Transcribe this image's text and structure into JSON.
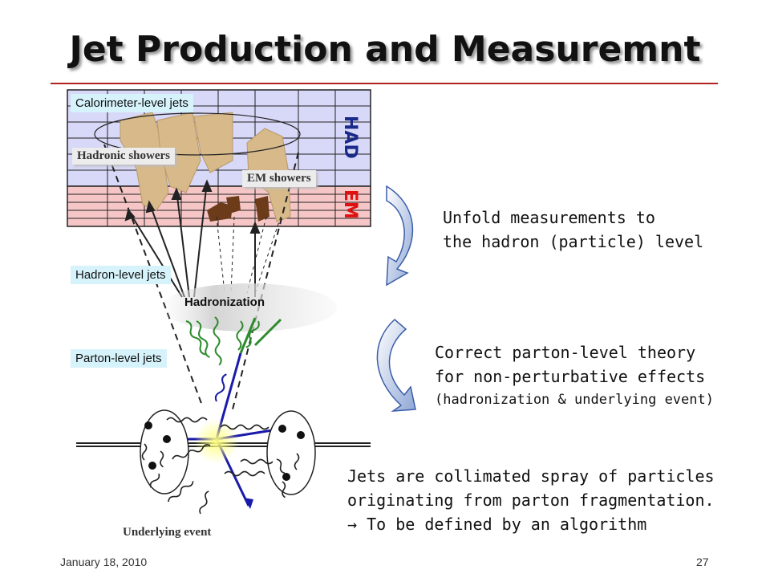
{
  "slide": {
    "title": "Jet Production and Measuremnt",
    "footer_date": "January 18, 2010",
    "page_number": "27"
  },
  "figure": {
    "calorimeter_label": "Calorimeter-level jets",
    "hadronic_showers_label": "Hadronic showers",
    "em_showers_label": "EM showers",
    "had_label": "HAD",
    "em_label": "EM",
    "hadron_level_label": "Hadron-level jets",
    "hadronization_label": "Hadronization",
    "parton_level_label": "Parton-level jets",
    "underlying_event_label": "Underlying event",
    "colors": {
      "had_layer": "#d8d8f8",
      "em_layer": "#f6c6c6",
      "had_text": "#1a2a8a",
      "em_text": "#e01010",
      "shower": "#d7b98a",
      "em_shower": "#6b3b1a",
      "gluon_green": "#2e8b2e",
      "quark_blue": "#1a1aaa"
    }
  },
  "text": {
    "unfold_line1": "Unfold measurements to",
    "unfold_line2": "the hadron (particle) level",
    "correct_line1": "Correct parton-level theory",
    "correct_line2": "for non-perturbative effects",
    "correct_line3": "(hadronization & underlying event)",
    "jets_line1": "Jets are collimated spray of particles",
    "jets_line2": "originating from parton fragmentation.",
    "jets_line3": "To be defined by an algorithm",
    "arrow_glyph": "→"
  }
}
